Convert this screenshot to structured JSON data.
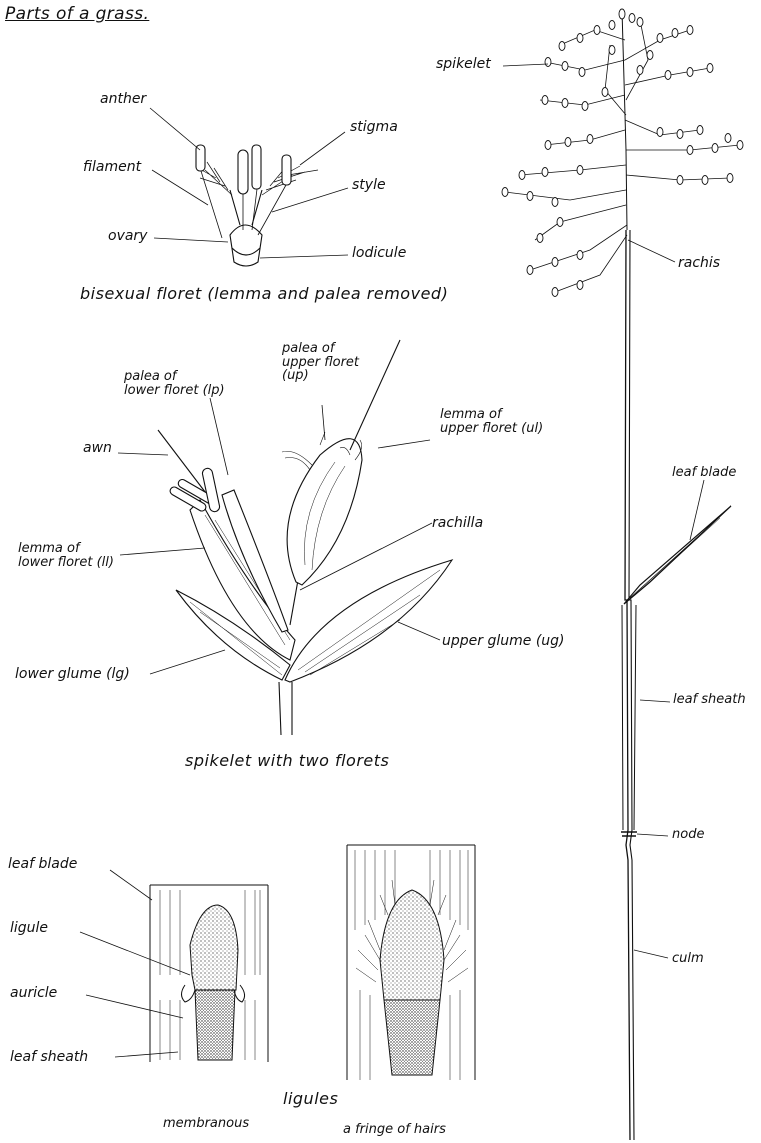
{
  "title": "Parts of a grass.",
  "floret": {
    "labels": {
      "anther": "anther",
      "filament": "filament",
      "ovary": "ovary",
      "stigma": "stigma",
      "style": "style",
      "lodicule": "lodicule"
    },
    "caption": "bisexual floret (lemma and palea removed)"
  },
  "spikelet": {
    "labels": {
      "palea_upper": "palea of\nupper floret\n(up)",
      "palea_lower": "palea of\nlower floret (lp)",
      "awn": "awn",
      "lemma_upper": "lemma of\nupper floret (ul)",
      "rachilla": "rachilla",
      "lemma_lower": "lemma of\nlower floret (ll)",
      "upper_glume": "upper glume (ug)",
      "lower_glume": "lower glume (lg)"
    },
    "caption": "spikelet with two florets"
  },
  "plant": {
    "labels": {
      "spikelet": "spikelet",
      "rachis": "rachis",
      "leaf_blade": "leaf blade",
      "leaf_sheath": "leaf sheath",
      "node": "node",
      "culm": "culm"
    }
  },
  "ligules": {
    "labels": {
      "leaf_blade": "leaf blade",
      "ligule": "ligule",
      "auricle": "auricle",
      "leaf_sheath": "leaf sheath"
    },
    "caption": "ligules",
    "type_membranous": "membranous",
    "type_hairs": "a fringe of hairs"
  }
}
